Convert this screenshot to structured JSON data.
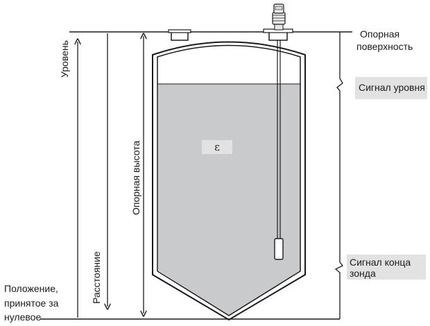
{
  "labels": {
    "reference_surface_line1": "Опорная",
    "reference_surface_line2": "поверхность",
    "level_signal": "Сигнал уровня",
    "probe_end_signal_line1": "Сигнал конца",
    "probe_end_signal_line2": "зонда",
    "zero_position_line1": "Положение,",
    "zero_position_line2": "принятое за",
    "zero_position_line3": "нулевое",
    "level": "Уровень",
    "distance": "Расстояние",
    "reference_height": "Опорная высота",
    "epsilon": "ε"
  },
  "colors": {
    "liquid": "#c9cacb",
    "tank_stroke": "#1a1a1a",
    "label_box": "#e2e2e2"
  }
}
